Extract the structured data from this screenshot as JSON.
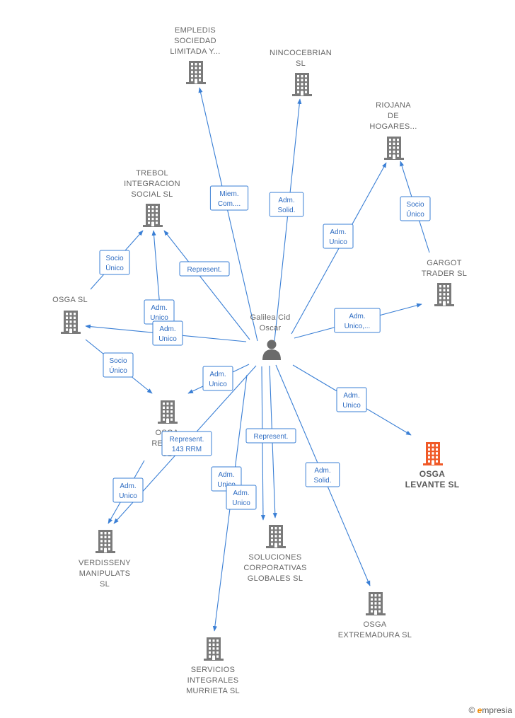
{
  "center": {
    "id": "galilea",
    "label": [
      "Galilea Cid",
      "Oscar"
    ]
  },
  "nodes": [
    {
      "id": "empledis",
      "label": [
        "EMPLEDIS",
        "SOCIEDAD",
        "LIMITADA Y..."
      ],
      "highlight": false
    },
    {
      "id": "nincocebrian",
      "label": [
        "NINCOCEBRIAN",
        "SL"
      ],
      "highlight": false
    },
    {
      "id": "riojana",
      "label": [
        "RIOJANA",
        "DE",
        "HOGARES..."
      ],
      "highlight": false
    },
    {
      "id": "trebol",
      "label": [
        "TREBOL",
        "INTEGRACION",
        "SOCIAL  SL"
      ],
      "highlight": false
    },
    {
      "id": "gargot",
      "label": [
        "GARGOT",
        "TRADER SL"
      ],
      "highlight": false
    },
    {
      "id": "osga_sl",
      "label": [
        "OSGA SL"
      ],
      "highlight": false
    },
    {
      "id": "osga_reint",
      "label": [
        "OSGA",
        "REINT...",
        "SL"
      ],
      "highlight": false
    },
    {
      "id": "osga_levante",
      "label": [
        "OSGA",
        "LEVANTE SL"
      ],
      "highlight": true
    },
    {
      "id": "verdisseny",
      "label": [
        "VERDISSENY",
        "MANIPULATS",
        "SL"
      ],
      "highlight": false
    },
    {
      "id": "soluciones",
      "label": [
        "SOLUCIONES",
        "CORPORATIVAS",
        "GLOBALES SL"
      ],
      "highlight": false
    },
    {
      "id": "osga_extremadura",
      "label": [
        "OSGA",
        "EXTREMADURA SL"
      ],
      "highlight": false
    },
    {
      "id": "servicios",
      "label": [
        "SERVICIOS",
        "INTEGRALES",
        "MURRIETA SL"
      ],
      "highlight": false
    }
  ],
  "edges": [
    {
      "from": "galilea",
      "to": "empledis",
      "label": [
        "Miem.",
        "Com...."
      ]
    },
    {
      "from": "galilea",
      "to": "nincocebrian",
      "label": [
        "Adm.",
        "Solid."
      ]
    },
    {
      "from": "galilea",
      "to": "riojana",
      "label": [
        "Adm.",
        "Unico"
      ]
    },
    {
      "from": "gargot",
      "to": "riojana",
      "label": [
        "Socio",
        "Único"
      ]
    },
    {
      "from": "galilea",
      "to": "trebol",
      "label": [
        "Represent."
      ]
    },
    {
      "from": "osga_sl",
      "to": "trebol",
      "label": [
        "Socio",
        "Único"
      ]
    },
    {
      "from": "osga_reint",
      "to": "trebol",
      "label": [
        "Adm.",
        "Unico"
      ]
    },
    {
      "from": "galilea",
      "to": "gargot",
      "label": [
        "Adm.",
        "Unico,..."
      ]
    },
    {
      "from": "galilea",
      "to": "osga_sl",
      "label": [
        "Adm.",
        "Unico"
      ]
    },
    {
      "from": "osga_sl",
      "to": "osga_reint",
      "label": [
        "Socio",
        "Único"
      ]
    },
    {
      "from": "galilea",
      "to": "osga_reint",
      "label": [
        "Adm.",
        "Unico"
      ]
    },
    {
      "from": "galilea",
      "to": "osga_levante",
      "label": [
        "Adm.",
        "Unico"
      ]
    },
    {
      "from": "galilea",
      "to": "verdisseny",
      "label": [
        "Represent.",
        "143 RRM"
      ]
    },
    {
      "from": "osga_reint",
      "to": "verdisseny",
      "label": [
        "Adm.",
        "Unico"
      ]
    },
    {
      "from": "galilea",
      "to": "soluciones",
      "label": [
        "Represent."
      ]
    },
    {
      "from": "galilea",
      "to": "soluciones",
      "label": [
        "Adm.",
        "Unico"
      ]
    },
    {
      "from": "galilea",
      "to": "servicios",
      "label": [
        "Adm.",
        "Unico"
      ]
    },
    {
      "from": "galilea",
      "to": "osga_extremadura",
      "label": [
        "Adm.",
        "Solid."
      ]
    }
  ],
  "watermark": {
    "symbol": "©",
    "brand_initial": "e",
    "brand_rest": "mpresia"
  },
  "colors": {
    "edge": "#3a7fd5",
    "building": "#7a7a7a",
    "building_highlight": "#f05a28",
    "person": "#6b6b6b"
  }
}
